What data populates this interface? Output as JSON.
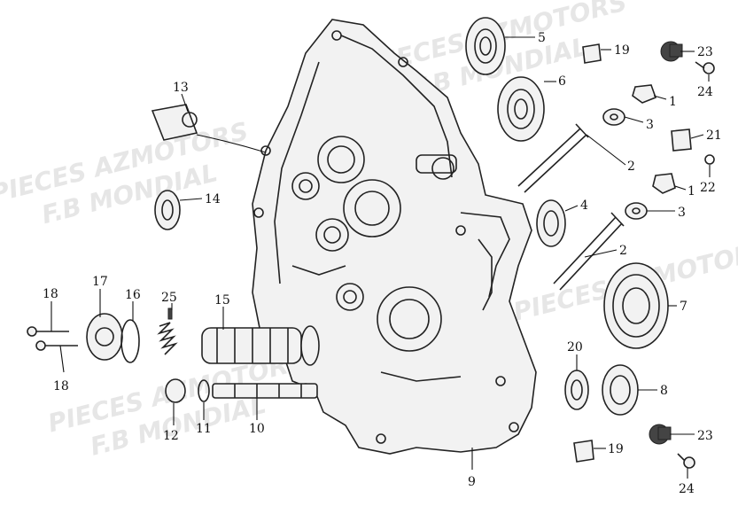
{
  "watermarks": [
    "PIECES AZMOTORS",
    "F.B MONDIAL",
    "PIECES AZMOTORS",
    "F.B MONDIAL",
    "PIECES AZMOTORS",
    "F.B MONDIAL",
    "PIECES AZMOTORS"
  ],
  "callouts": [
    {
      "id": "c5",
      "label": "5"
    },
    {
      "id": "c6",
      "label": "6"
    },
    {
      "id": "c19a",
      "label": "19"
    },
    {
      "id": "c23a",
      "label": "23"
    },
    {
      "id": "c24a",
      "label": "24"
    },
    {
      "id": "c1a",
      "label": "1"
    },
    {
      "id": "c3a",
      "label": "3"
    },
    {
      "id": "c2a",
      "label": "2"
    },
    {
      "id": "c21",
      "label": "21"
    },
    {
      "id": "c22",
      "label": "22"
    },
    {
      "id": "c1b",
      "label": "1"
    },
    {
      "id": "c3b",
      "label": "3"
    },
    {
      "id": "c4",
      "label": "4"
    },
    {
      "id": "c2b",
      "label": "2"
    },
    {
      "id": "c7",
      "label": "7"
    },
    {
      "id": "c20",
      "label": "20"
    },
    {
      "id": "c8",
      "label": "8"
    },
    {
      "id": "c23b",
      "label": "23"
    },
    {
      "id": "c19b",
      "label": "19"
    },
    {
      "id": "c24b",
      "label": "24"
    },
    {
      "id": "c9",
      "label": "9"
    },
    {
      "id": "c13",
      "label": "13"
    },
    {
      "id": "c14",
      "label": "14"
    },
    {
      "id": "c18a",
      "label": "18"
    },
    {
      "id": "c17",
      "label": "17"
    },
    {
      "id": "c16",
      "label": "16"
    },
    {
      "id": "c25",
      "label": "25"
    },
    {
      "id": "c15",
      "label": "15"
    },
    {
      "id": "c18b",
      "label": "18"
    },
    {
      "id": "c12",
      "label": "12"
    },
    {
      "id": "c11",
      "label": "11"
    },
    {
      "id": "c10",
      "label": "10"
    }
  ]
}
